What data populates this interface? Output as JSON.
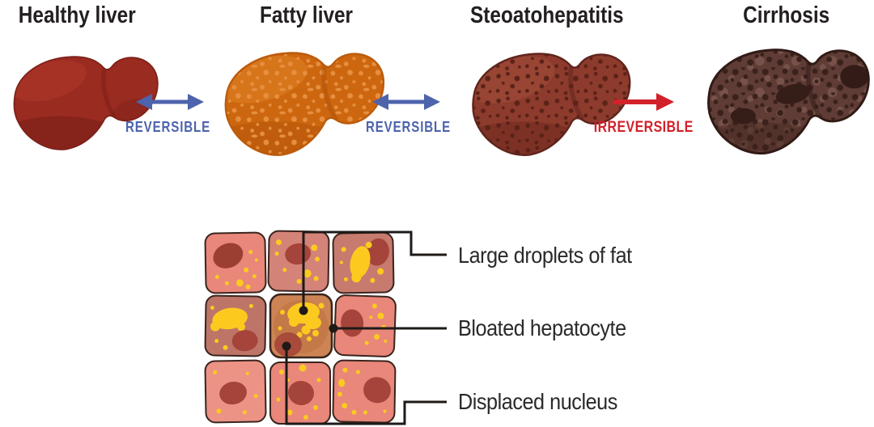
{
  "diagram": {
    "title_implicit": "Liver disease progression",
    "stages": [
      {
        "label": "Healthy liver",
        "liver_color": "#9a2b20"
      },
      {
        "label": "Fatty liver",
        "liver_color": "#cd670f"
      },
      {
        "label": "Steoatohepatitis",
        "liver_color": "#8d3b2d"
      },
      {
        "label": "Cirrhosis",
        "liver_color": "#5f3c36"
      }
    ],
    "transitions": [
      {
        "label": "REVERSIBLE",
        "arrow": "double-headed",
        "color": "#4d63ac"
      },
      {
        "label": "REVERSIBLE",
        "arrow": "double-headed",
        "color": "#4d63ac"
      },
      {
        "label": "IRREVERSIBLE",
        "arrow": "right",
        "color": "#d2212a"
      }
    ],
    "cell_diagram": {
      "annotations": [
        {
          "label": "Large droplets of fat"
        },
        {
          "label": "Bloated hepatocyte"
        },
        {
          "label": "Displaced nucleus"
        }
      ],
      "cell_color": "#e8877a",
      "nucleus_color": "#a8493a",
      "fat_droplet_color": "#fcca1f"
    }
  }
}
